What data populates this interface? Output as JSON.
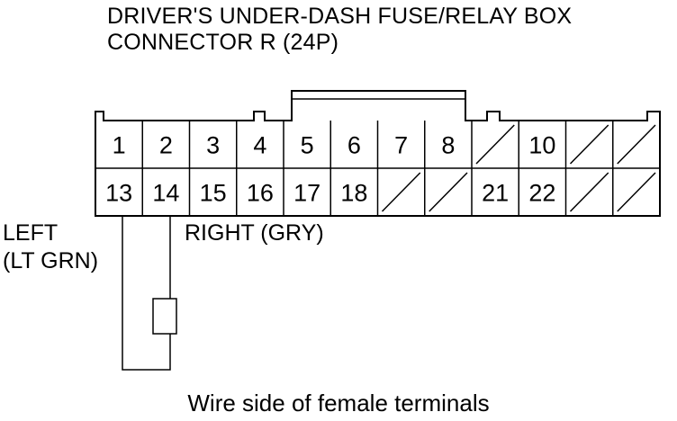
{
  "title": {
    "line1": "DRIVER'S UNDER-DASH FUSE/RELAY BOX",
    "line2": "CONNECTOR R (24P)"
  },
  "connector": {
    "columns": 12,
    "rows": [
      [
        "1",
        "2",
        "3",
        "4",
        "5",
        "6",
        "7",
        "8",
        "",
        "10",
        "",
        ""
      ],
      [
        "13",
        "14",
        "15",
        "16",
        "17",
        "18",
        "",
        "",
        "21",
        "22",
        "",
        ""
      ]
    ],
    "unused": [
      [
        0,
        8
      ],
      [
        0,
        10
      ],
      [
        0,
        11
      ],
      [
        1,
        6
      ],
      [
        1,
        7
      ],
      [
        1,
        10
      ],
      [
        1,
        11
      ]
    ]
  },
  "wires": {
    "left": {
      "terminal": "13",
      "label_line1": "LEFT",
      "label_line2": "(LT GRN)"
    },
    "right": {
      "terminal": "14",
      "label": "RIGHT (GRY)"
    }
  },
  "caption": "Wire side of female terminals"
}
